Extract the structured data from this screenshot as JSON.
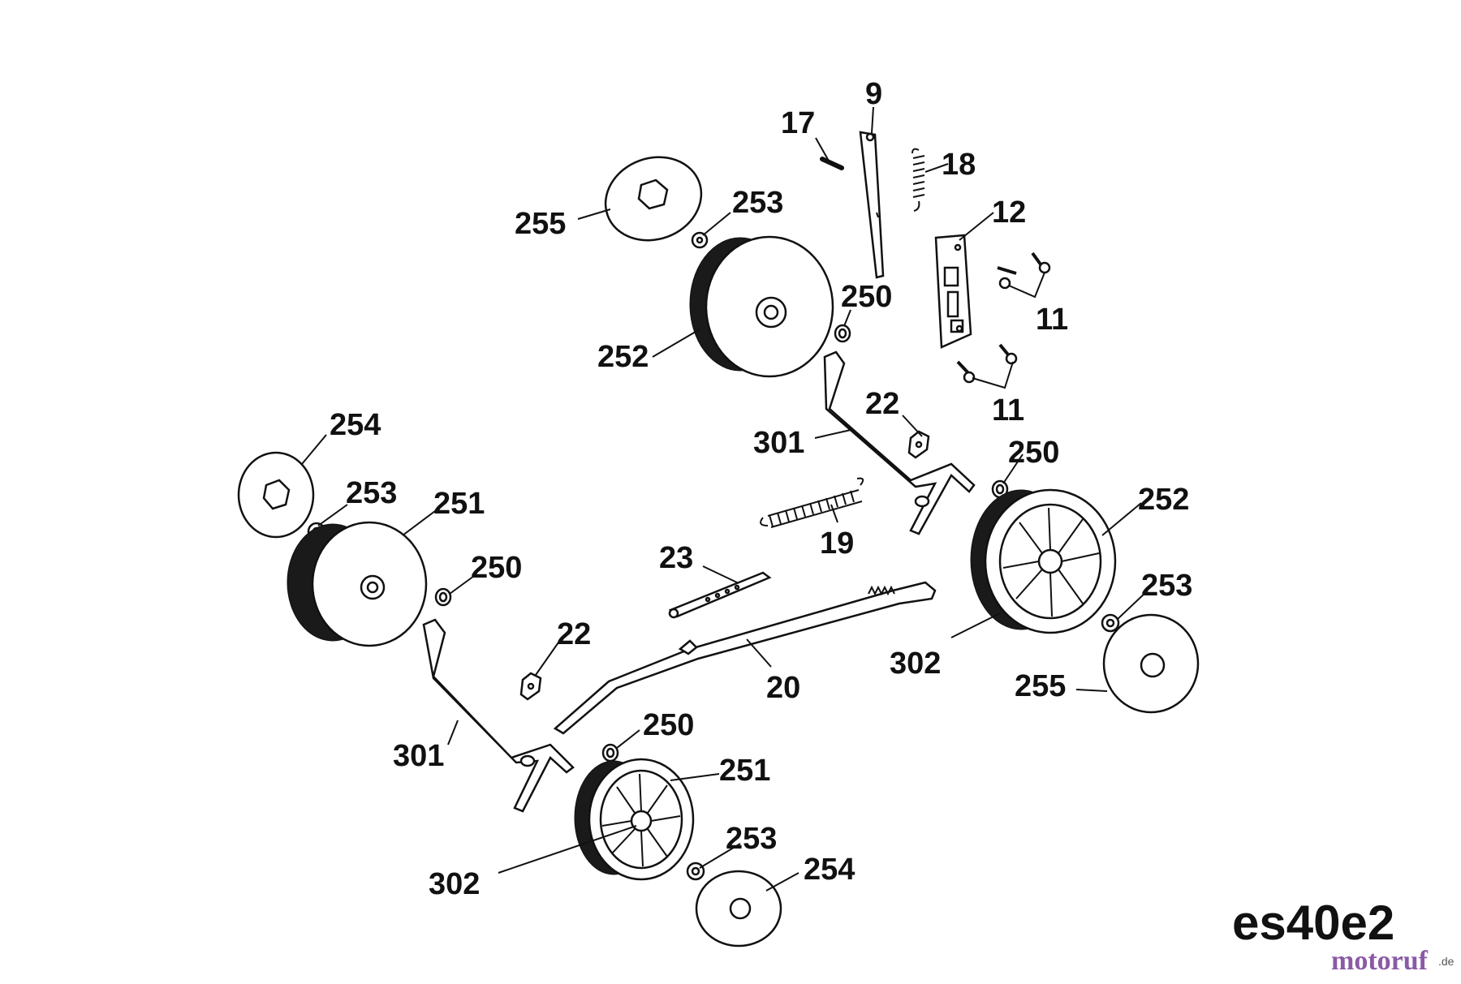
{
  "labels": {
    "p9": "9",
    "p17": "17",
    "p18": "18",
    "p12": "12",
    "p255a": "255",
    "p253a": "253",
    "p250a": "250",
    "p252a": "252",
    "p11a": "11",
    "p11b": "11",
    "p22a": "22",
    "p301a": "301",
    "p250b": "250",
    "p252b": "252",
    "p254a": "254",
    "p253b": "253",
    "p251a": "251",
    "p250c": "250",
    "p19": "19",
    "p23": "23",
    "p253c": "253",
    "p302a": "302",
    "p22b": "22",
    "p20": "20",
    "p255b": "255",
    "p250d": "250",
    "p251b": "251",
    "p301b": "301",
    "p253d": "253",
    "p302b": "302",
    "p254b": "254"
  },
  "diagram_code": "es40e2",
  "watermark": {
    "name": "motoruf",
    "tld": ".de"
  }
}
